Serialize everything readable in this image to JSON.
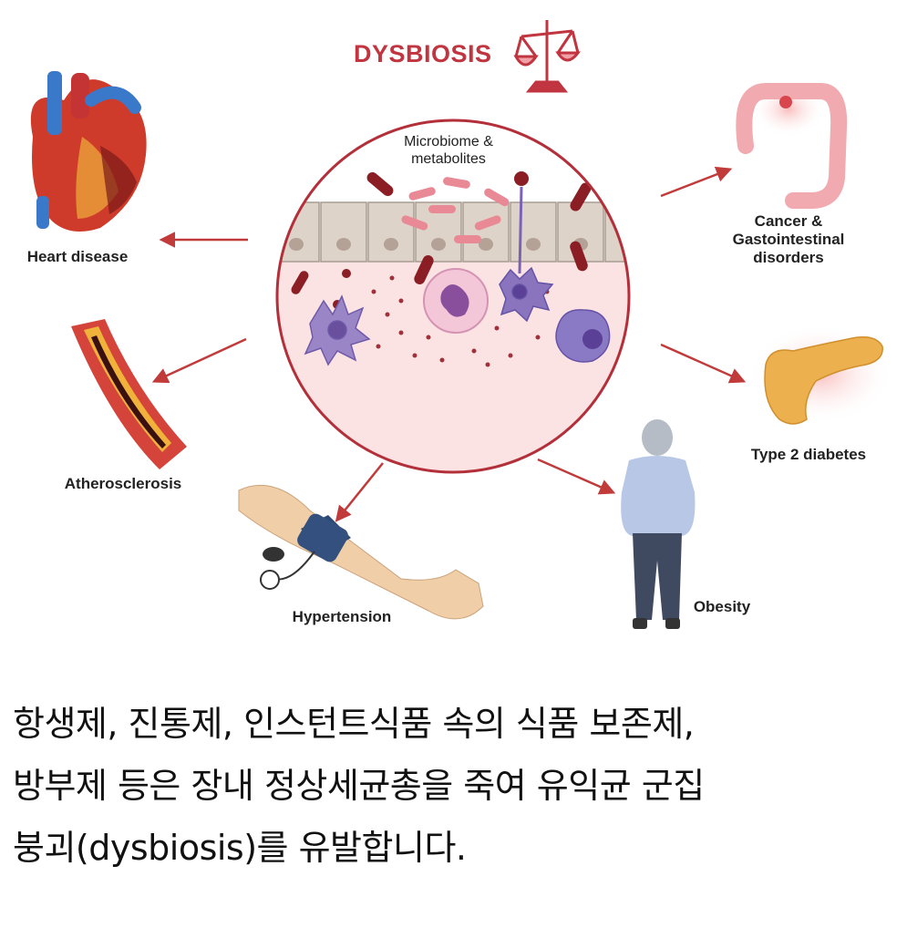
{
  "diagram": {
    "title": "DYSBIOSIS",
    "center_label": "Microbiome &\nmetabolites",
    "conditions": {
      "heart_disease": "Heart disease",
      "atherosclerosis": "Atherosclerosis",
      "hypertension": "Hypertension",
      "obesity": "Obesity",
      "type2_diabetes": "Type 2 diabetes",
      "cancer_gi": "Cancer &\nGastointestinal\ndisorders"
    },
    "colors": {
      "accent": "#c0353f",
      "arrow": "#c23b3b",
      "circle_border": "#b3303a",
      "tissue": "#fbe3e4",
      "epithelium": "#d9cfc4",
      "bacteria": "#8b1e25"
    },
    "icons": [
      "scale-icon",
      "heart-icon",
      "artery-icon",
      "blood-pressure-arm-icon",
      "person-icon",
      "pancreas-icon",
      "colon-icon"
    ]
  },
  "caption": {
    "line1": "항생제, 진통제, 인스턴트식품 속의 식품 보존제,",
    "line2": "방부제 등은 장내 정상세균총을 죽여 유익균 군집",
    "line3": "붕괴(dysbiosis)를 유발합니다."
  }
}
